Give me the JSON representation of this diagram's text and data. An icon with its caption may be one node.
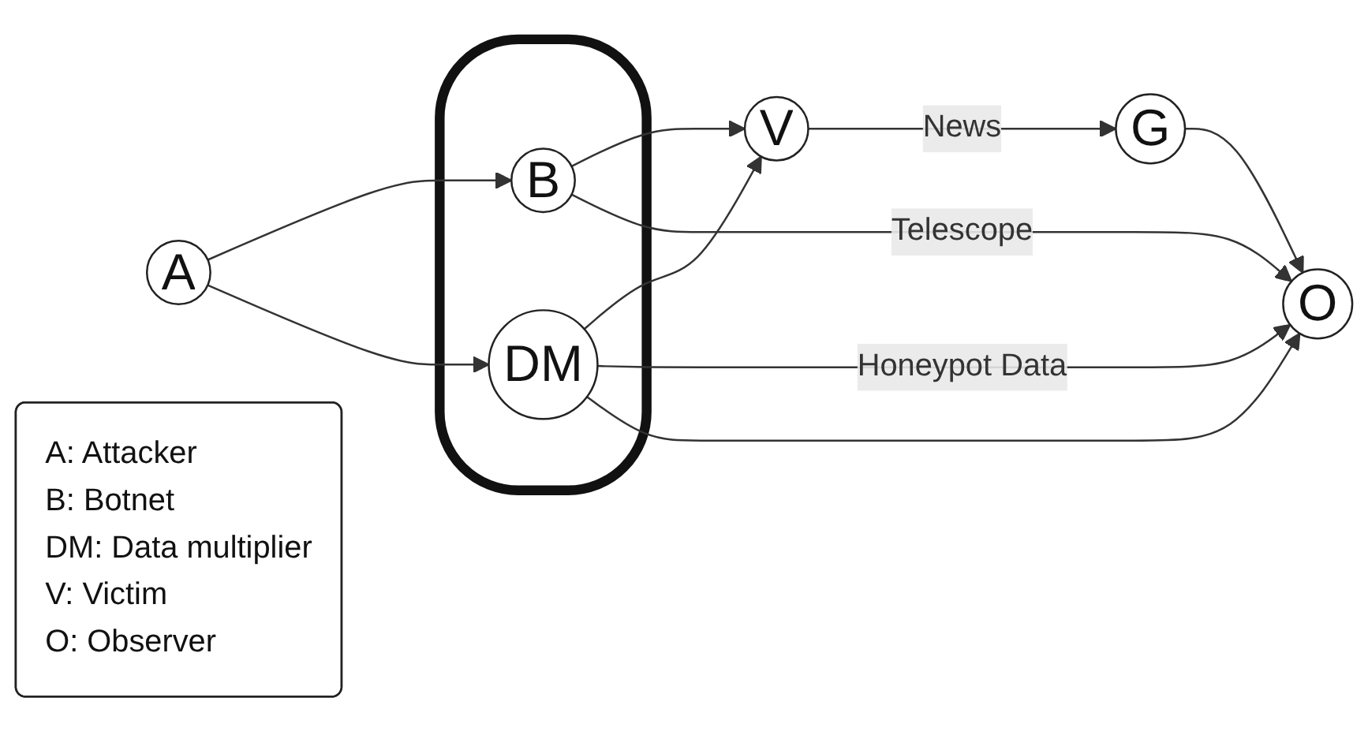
{
  "diagram": {
    "nodes": [
      {
        "text": [
          "A"
        ]
      },
      {
        "text": [],
        "shape": "cloud"
      },
      {
        "text": [
          "B"
        ],
        "in": 1
      },
      {
        "text": [
          "DM"
        ],
        "in": 1
      },
      {
        "text": [
          "V"
        ]
      },
      {
        "text": [
          "G"
        ]
      },
      {
        "text": [
          "O"
        ]
      },
      {
        "text": [
          "A: Attacker",
          "B: Botnet",
          "DM: Data multiplier",
          "V: Victim",
          "O: Observer"
        ]
      }
    ],
    "edges": [
      {
        "from": 0,
        "to": 2,
        "arrow": "to"
      },
      {
        "from": 0,
        "to": 3,
        "arrow": "to"
      },
      {
        "from": 2,
        "to": 4,
        "arrow": "to"
      },
      {
        "from": 3,
        "to": 4,
        "arrow": "to"
      },
      {
        "from": 3,
        "to": 6,
        "label": "Honeypot Data",
        "arrow": "to"
      },
      {
        "from": 2,
        "to": 6,
        "label": "Telescope",
        "arrow": "to"
      },
      {
        "from": 3,
        "to": 6,
        "arrow": "to"
      },
      {
        "from": 4,
        "to": 5,
        "label": "News",
        "arrow": "to"
      },
      {
        "from": 5,
        "to": 6,
        "arrow": "to"
      }
    ]
  }
}
